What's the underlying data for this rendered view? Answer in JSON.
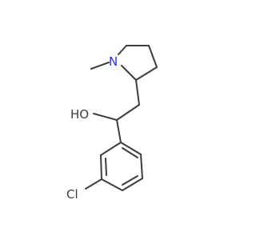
{
  "molecule": {
    "atoms": {
      "nitrogen": "N",
      "hydroxyl": "HO",
      "chlorine": "Cl"
    },
    "colors": {
      "bond": "#3d3d3d",
      "nitrogen": "#2a33d6",
      "oxygen": "#3d3d3d",
      "chlorine": "#3d3d3d",
      "background": "#ffffff"
    }
  }
}
